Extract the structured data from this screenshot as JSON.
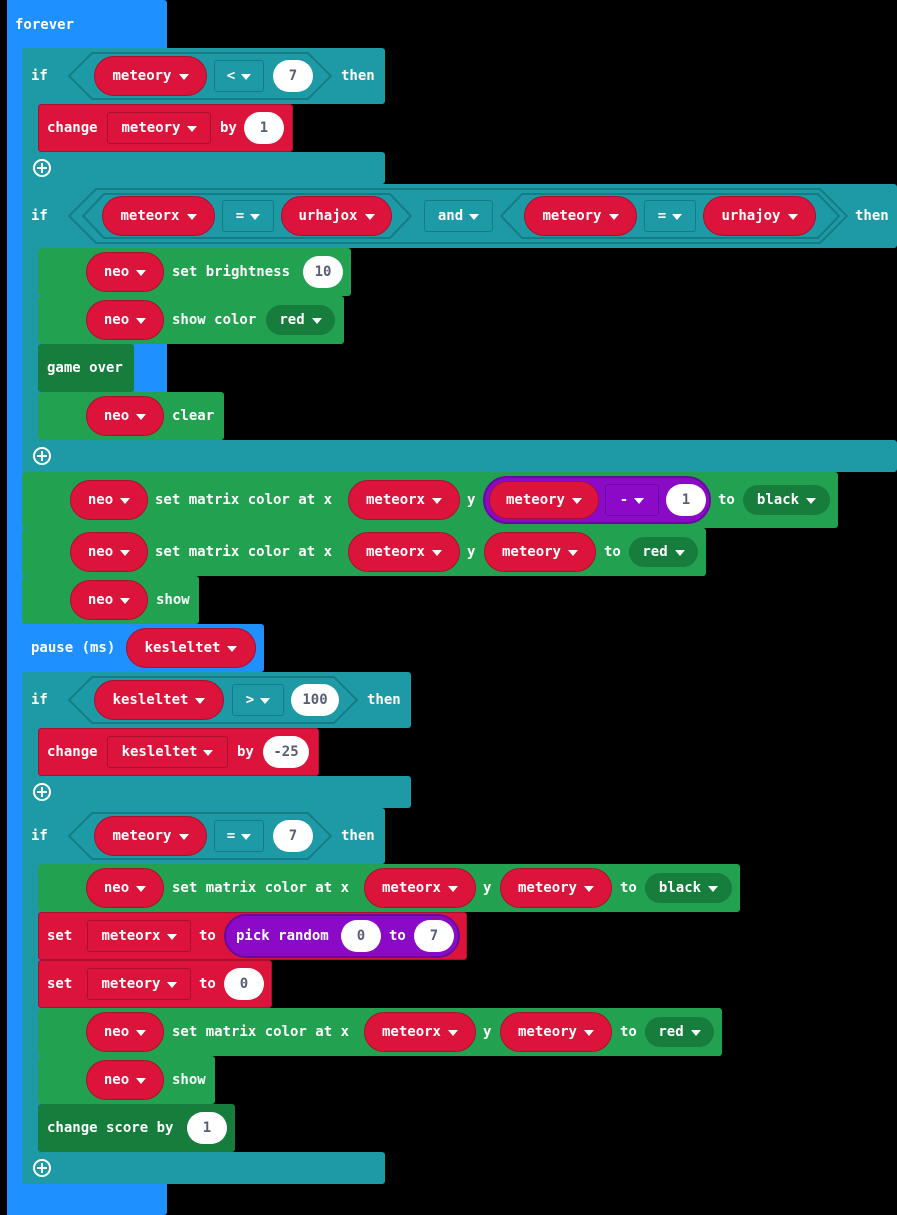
{
  "forever": "forever",
  "w_if": "if",
  "w_then": "then",
  "w_change": "change",
  "w_by": "by",
  "w_and": "and",
  "w_set": "set",
  "w_to": "to",
  "w_y": "y",
  "w_show": "show",
  "w_clear": "clear",
  "w_set_brightness": "set brightness",
  "w_show_color": "show color",
  "w_set_matrix": "set matrix color at x",
  "w_game_over": "game over",
  "w_pause": "pause (ms)",
  "w_pick_random": "pick random",
  "w_change_score": "change score by",
  "v_meteory": "meteory",
  "v_meteorx": "meteorx",
  "v_urhajox": "urhajox",
  "v_urhajoy": "urhajoy",
  "v_neo": "neo",
  "v_kesleltet": "kesleltet",
  "op_lt": "<",
  "op_eq": "=",
  "op_gt": ">",
  "op_minus": "-",
  "c_red": "red",
  "c_black": "black",
  "n7": "7",
  "n1": "1",
  "n10": "10",
  "n100": "100",
  "nm25": "-25",
  "n0": "0",
  "colors": {
    "loops": "#1E90FF",
    "logic": "#1E9AA6",
    "variables": "#DC143C",
    "neopixel": "#22A150",
    "math": "#8A0AC8",
    "game": "#167D3D"
  },
  "icons": {
    "add": "plus-circle-icon",
    "dropdown": "caret-down-icon"
  }
}
